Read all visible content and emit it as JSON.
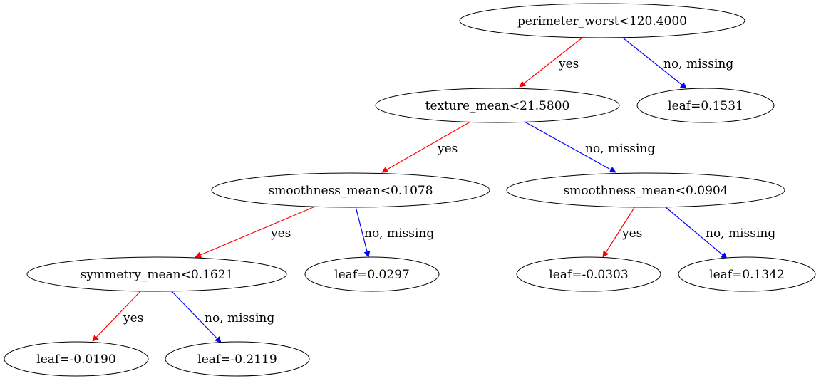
{
  "colors": {
    "yes_edge": "#ff0000",
    "no_edge": "#0000ff",
    "node_border": "#000000",
    "background": "#ffffff"
  },
  "nodes": [
    {
      "id": "n0",
      "label": "perimeter_worst<120.4000"
    },
    {
      "id": "n1",
      "label": "texture_mean<21.5800"
    },
    {
      "id": "n2",
      "label": "leaf=0.1531"
    },
    {
      "id": "n3",
      "label": "smoothness_mean<0.1078"
    },
    {
      "id": "n4",
      "label": "smoothness_mean<0.0904"
    },
    {
      "id": "n5",
      "label": "symmetry_mean<0.1621"
    },
    {
      "id": "n6",
      "label": "leaf=0.0297"
    },
    {
      "id": "n7",
      "label": "leaf=-0.0303"
    },
    {
      "id": "n8",
      "label": "leaf=0.1342"
    },
    {
      "id": "n9",
      "label": "leaf=-0.0190"
    },
    {
      "id": "n10",
      "label": "leaf=-0.2119"
    }
  ],
  "edges": [
    {
      "id": "e0",
      "from": "n0",
      "to": "n1",
      "label": "yes",
      "kind": "yes"
    },
    {
      "id": "e1",
      "from": "n0",
      "to": "n2",
      "label": "no, missing",
      "kind": "no"
    },
    {
      "id": "e2",
      "from": "n1",
      "to": "n3",
      "label": "yes",
      "kind": "yes"
    },
    {
      "id": "e3",
      "from": "n1",
      "to": "n4",
      "label": "no, missing",
      "kind": "no"
    },
    {
      "id": "e4",
      "from": "n3",
      "to": "n5",
      "label": "yes",
      "kind": "yes"
    },
    {
      "id": "e5",
      "from": "n3",
      "to": "n6",
      "label": "no, missing",
      "kind": "no"
    },
    {
      "id": "e6",
      "from": "n4",
      "to": "n7",
      "label": "yes",
      "kind": "yes"
    },
    {
      "id": "e7",
      "from": "n4",
      "to": "n8",
      "label": "no, missing",
      "kind": "no"
    },
    {
      "id": "e8",
      "from": "n5",
      "to": "n9",
      "label": "yes",
      "kind": "yes"
    },
    {
      "id": "e9",
      "from": "n5",
      "to": "n10",
      "label": "no, missing",
      "kind": "no"
    }
  ]
}
